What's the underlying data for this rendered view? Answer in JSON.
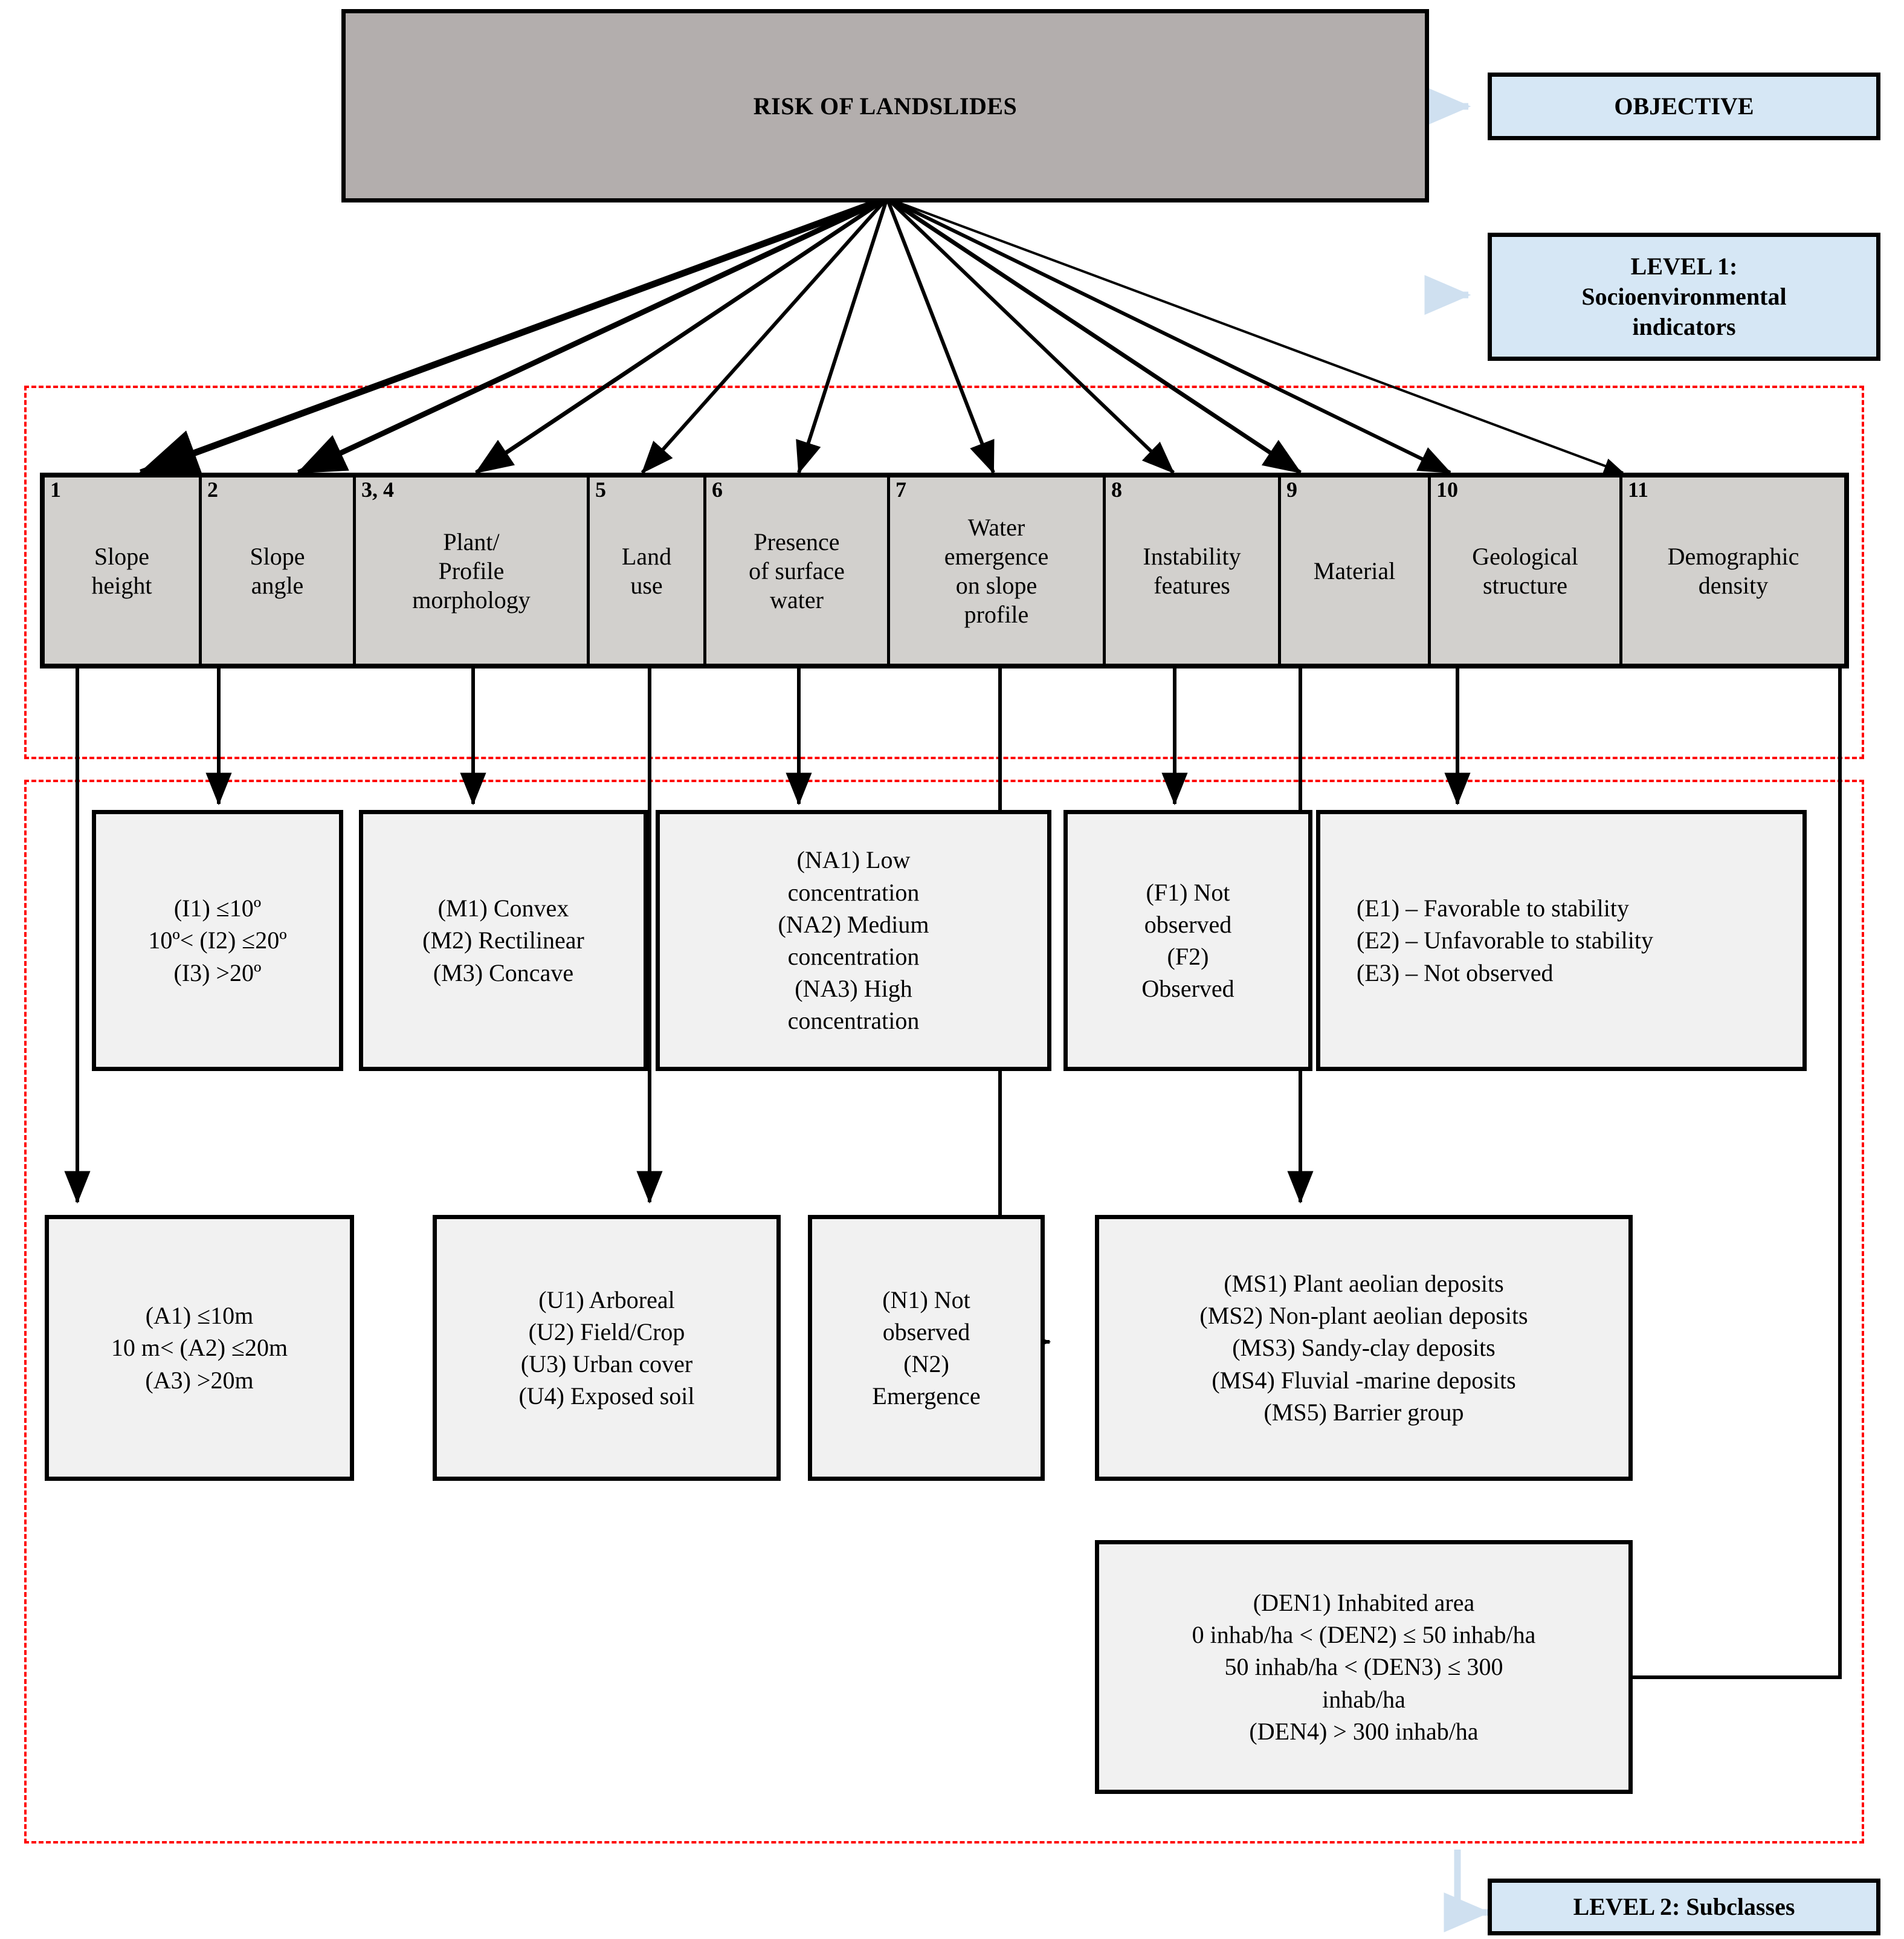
{
  "objective": {
    "title": "RISK OF LANDSLIDES",
    "legend_label": "OBJECTIVE"
  },
  "legends": {
    "level1": "LEVEL 1:\nSocioenvironmental\nindicators",
    "level1_line1": "LEVEL 1:",
    "level1_line2": "Socioenvironmental",
    "level1_line3": "indicators",
    "level2": "LEVEL 2: Subclasses"
  },
  "colors": {
    "objective_fill": "#b3aead",
    "legend_fill": "#d6e7f5",
    "indicator_fill": "#d2d0cd",
    "subclass_fill": "#f1f1f1",
    "dashed_border": "#ff0000",
    "line": "#000000"
  },
  "indicators": [
    {
      "num": "1",
      "label": "Slope\nheight",
      "l1": "Slope",
      "l2": "height",
      "l3": "",
      "l4": ""
    },
    {
      "num": "2",
      "label": "Slope\nangle",
      "l1": "Slope",
      "l2": "angle",
      "l3": "",
      "l4": ""
    },
    {
      "num": "3, 4",
      "label": "Plant/\nProfile\nmorphology",
      "l1": "Plant/",
      "l2": "Profile",
      "l3": "morphology",
      "l4": ""
    },
    {
      "num": "5",
      "label": "Land\nuse",
      "l1": "Land",
      "l2": "use",
      "l3": "",
      "l4": ""
    },
    {
      "num": "6",
      "label": "Presence\nof surface\nwater",
      "l1": "Presence",
      "l2": "of surface",
      "l3": "water",
      "l4": ""
    },
    {
      "num": "7",
      "label": "Water\nemergence\non slope\nprofile",
      "l1": "Water",
      "l2": "emergence",
      "l3": "on slope",
      "l4": "profile"
    },
    {
      "num": "8",
      "label": "Instability\nfeatures",
      "l1": "Instability",
      "l2": "features",
      "l3": "",
      "l4": ""
    },
    {
      "num": "9",
      "label": "Material",
      "l1": "Material",
      "l2": "",
      "l3": "",
      "l4": ""
    },
    {
      "num": "10",
      "label": "Geological\nstructure",
      "l1": "Geological",
      "l2": "structure",
      "l3": "",
      "l4": ""
    },
    {
      "num": "11",
      "label": "Demographic\ndensity",
      "l1": "Demographic",
      "l2": "density",
      "l3": "",
      "l4": ""
    }
  ],
  "subclasses": {
    "slope_angle": {
      "name": "slope-angle-subclasses",
      "lines": [
        "(I1) ≤10º",
        "10º< (I2) ≤20º",
        "(I3) >20º"
      ]
    },
    "morphology": {
      "name": "morphology-subclasses",
      "lines": [
        "(M1) Convex",
        "(M2) Rectilinear",
        "(M3) Concave"
      ]
    },
    "surface_water": {
      "name": "surface-water-subclasses",
      "lines": [
        "(NA1) Low",
        "concentration",
        "(NA2) Medium",
        "concentration",
        "(NA3) High",
        "concentration"
      ]
    },
    "instability": {
      "name": "instability-subclasses",
      "lines": [
        "(F1) Not",
        "observed",
        "(F2)",
        "Observed"
      ]
    },
    "geological": {
      "name": "geological-structure-subclasses",
      "lines": [
        "(E1) – Favorable to stability",
        "(E2) – Unfavorable to stability",
        "(E3) – Not observed"
      ]
    },
    "slope_height": {
      "name": "slope-height-subclasses",
      "lines": [
        "(A1) ≤10m",
        "10 m< (A2) ≤20m",
        "(A3) >20m"
      ]
    },
    "land_use": {
      "name": "land-use-subclasses",
      "lines": [
        "(U1) Arboreal",
        "(U2) Field/Crop",
        "(U3) Urban cover",
        "(U4) Exposed soil"
      ]
    },
    "water_emergence": {
      "name": "water-emergence-subclasses",
      "lines": [
        "(N1) Not",
        "observed",
        "(N2)",
        "Emergence"
      ]
    },
    "material": {
      "name": "material-subclasses",
      "lines": [
        "(MS1) Plant aeolian deposits",
        "(MS2) Non-plant aeolian deposits",
        "(MS3) Sandy-clay deposits",
        "(MS4) Fluvial -marine deposits",
        "(MS5) Barrier group"
      ]
    },
    "demographic": {
      "name": "demographic-density-subclasses",
      "lines": [
        "(DEN1) Inhabited area",
        "0 inhab/ha < (DEN2) ≤ 50 inhab/ha",
        "50 inhab/ha < (DEN3) ≤ 300",
        "inhab/ha",
        "(DEN4) > 300 inhab/ha"
      ]
    }
  }
}
